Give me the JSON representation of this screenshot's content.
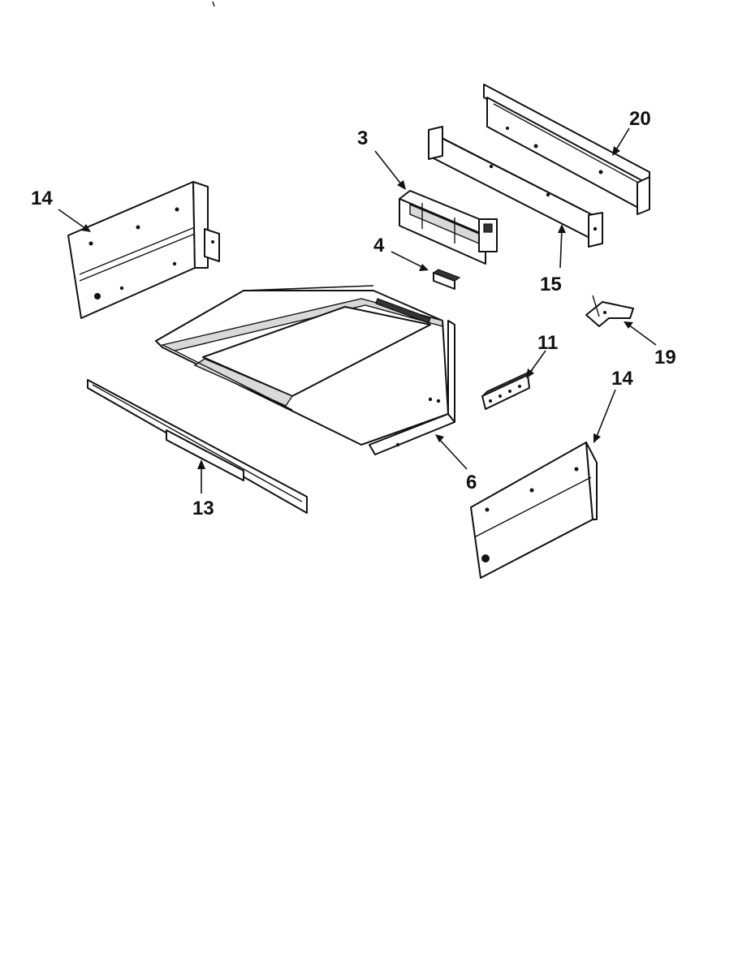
{
  "callouts": {
    "part_3": "3",
    "part_4": "4",
    "part_6": "6",
    "part_11": "11",
    "part_13": "13",
    "part_14_left": "14",
    "part_14_right": "14",
    "part_15": "15",
    "part_19": "19",
    "part_20": "20"
  }
}
